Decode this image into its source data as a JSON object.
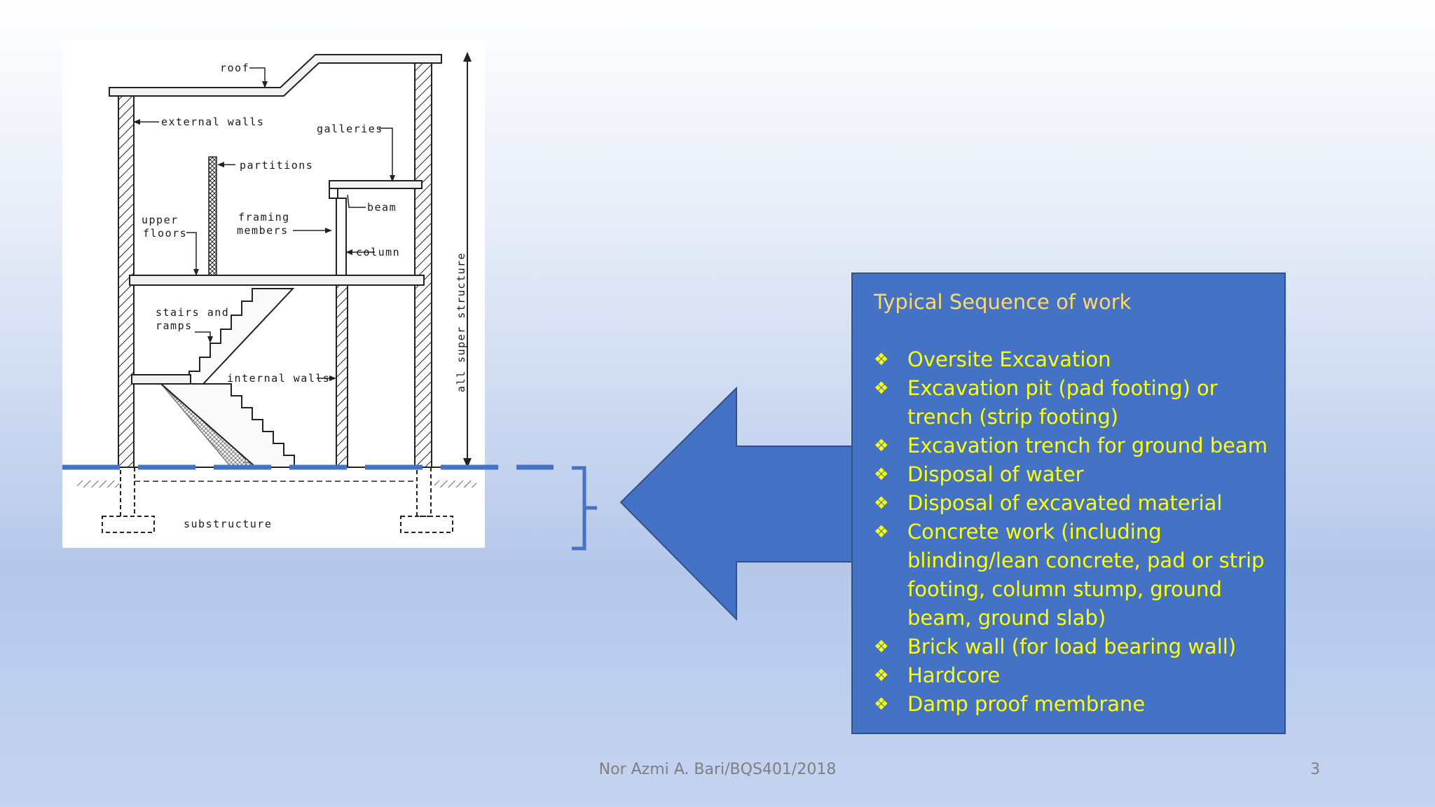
{
  "diagram": {
    "labels": {
      "roof": "roof",
      "external_walls": "external walls",
      "galleries": "galleries",
      "partitions": "partitions",
      "beam": "beam",
      "upper_floors_1": "upper",
      "upper_floors_2": "floors",
      "framing_members_1": "framing",
      "framing_members_2": "members",
      "column": "column",
      "stairs_ramps_1": "stairs and",
      "stairs_ramps_2": "ramps",
      "internal_walls": "internal walls",
      "superstructure": "all   super structure",
      "substructure": "substructure"
    }
  },
  "sequence_box": {
    "title": "Typical Sequence of work",
    "bullet_glyph": "❖",
    "items": [
      "Oversite Excavation",
      "Excavation pit (pad footing) or trench (strip footing)",
      "Excavation trench for ground beam",
      "Disposal of water",
      "Disposal of excavated material",
      "Concrete work (including blinding/lean concrete, pad or strip footing, column stump, ground beam, ground slab)",
      "Brick wall (for load bearing wall)",
      "Hardcore",
      "Damp proof membrane"
    ]
  },
  "footer": {
    "text": "Nor Azmi A. Bari/BQS401/2018",
    "page_number": "3"
  },
  "colors": {
    "accent": "#4472c4",
    "list_text": "#ffff00",
    "title_text": "#ffd966",
    "footer_text": "#7f7f7f"
  }
}
